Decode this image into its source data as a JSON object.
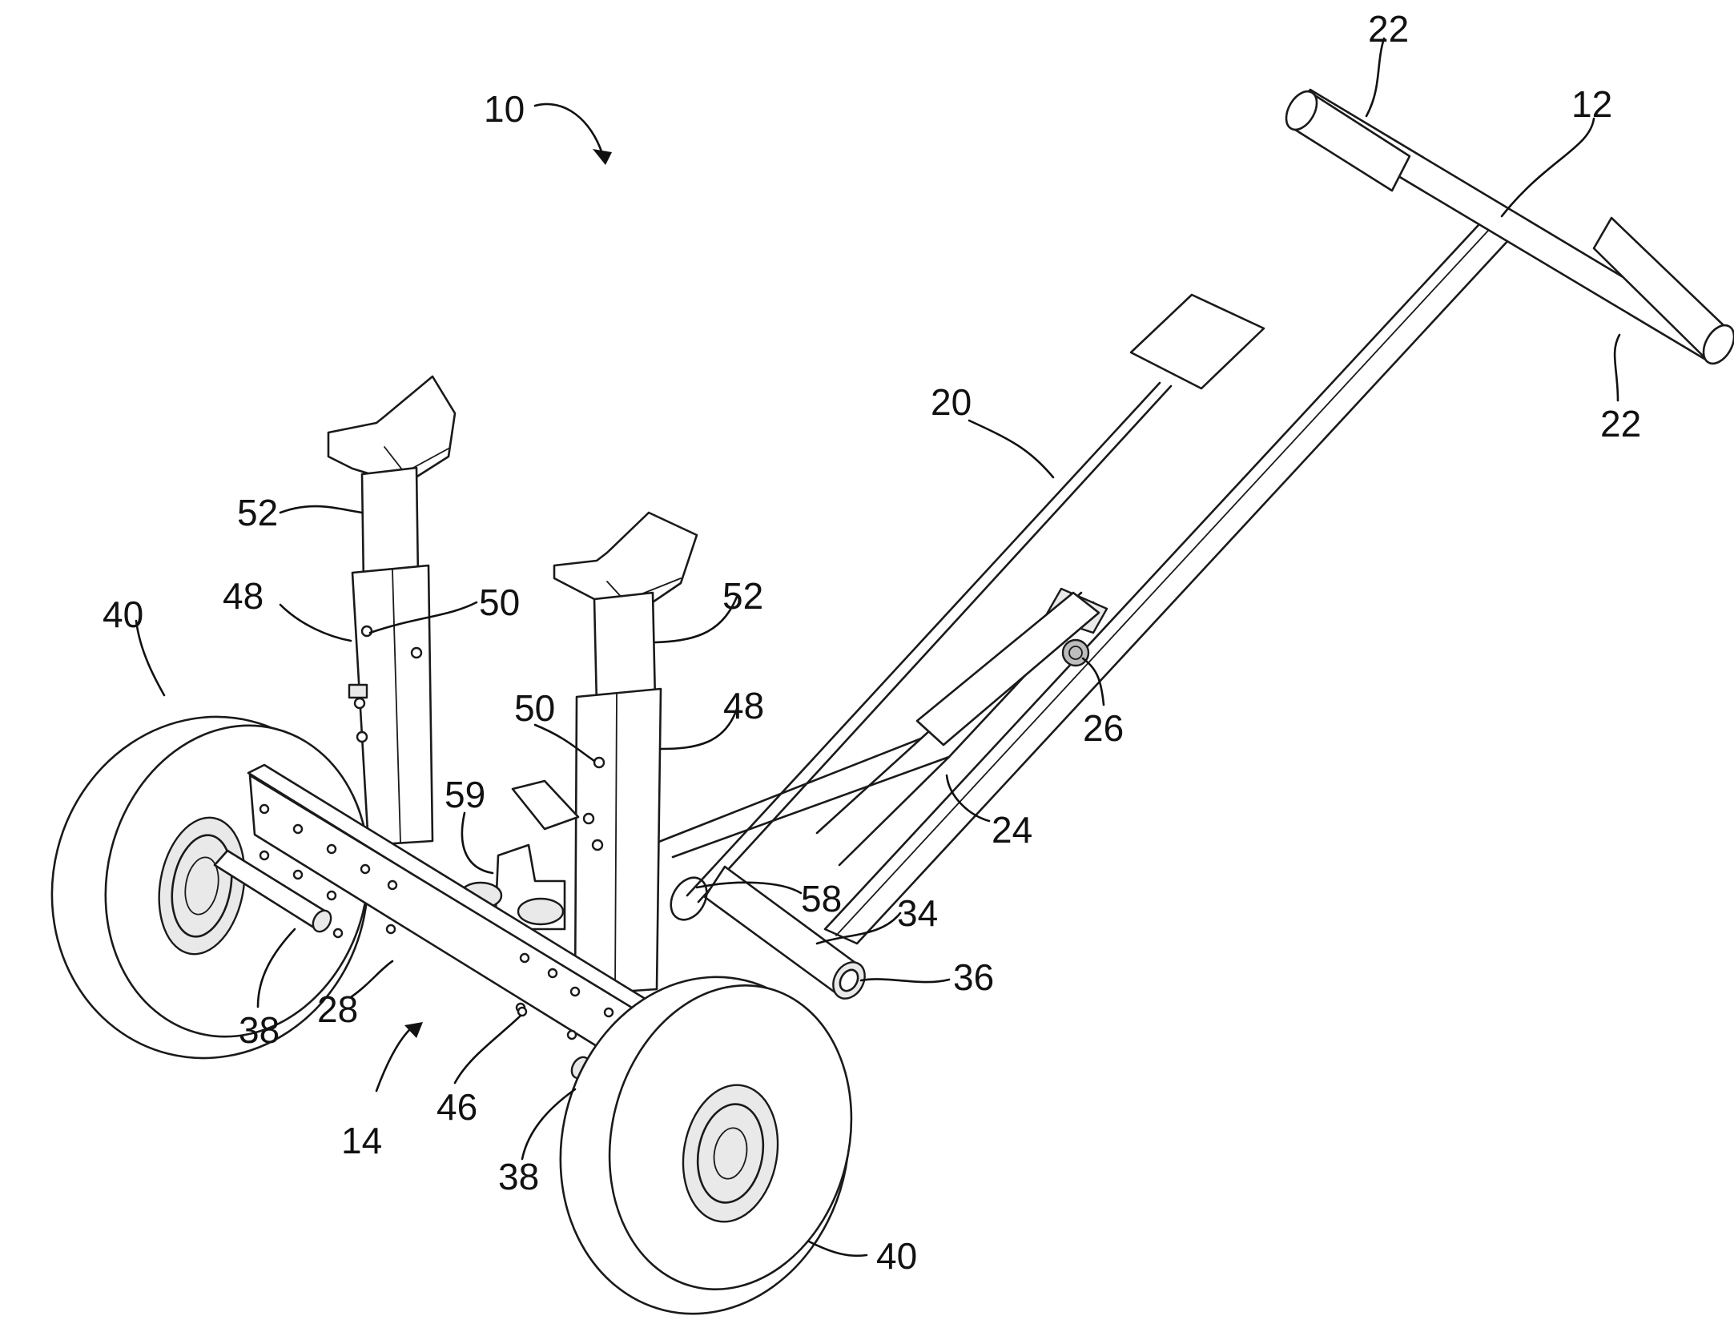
{
  "figure": {
    "kind": "patent drawing",
    "labels": {
      "assembly": "10",
      "handle": "12",
      "base": "14",
      "pedal_arm": "20",
      "grip_top": "22",
      "grip_bottom": "22",
      "brace": "24",
      "pivot_pin": "26",
      "cross_beam": "28",
      "front_tube": "34",
      "tube_end": "36",
      "axle_left": "38",
      "axle_right": "38",
      "wheel_left": "40",
      "wheel_right": "40",
      "beam_hole": "46",
      "sleeve_left": "48",
      "sleeve_right": "48",
      "pin_left": "50",
      "pin_right": "50",
      "cradle_left": "52",
      "cradle_right": "52",
      "hinge_loop": "58",
      "clamp": "59"
    }
  }
}
